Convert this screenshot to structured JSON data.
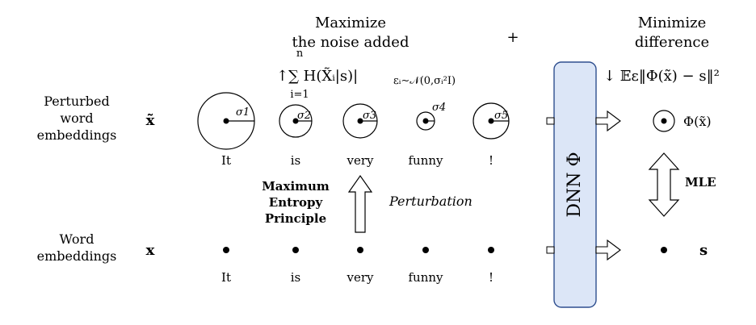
{
  "row_labels": {
    "perturbed": [
      "Perturbed",
      "word",
      "embeddings"
    ],
    "word": [
      "Word",
      "embeddings"
    ]
  },
  "symbols": {
    "x_tilde": "x̃",
    "x": "x",
    "s": "s",
    "phi_x_tilde": "Φ(x̃)"
  },
  "words_top": [
    "It",
    "is",
    "very",
    "funny",
    "!"
  ],
  "words_bottom": [
    "It",
    "is",
    "very",
    "funny",
    "!"
  ],
  "sigmas": [
    "σ1",
    "σ2",
    "σ3",
    "σ4",
    "σ5"
  ],
  "maximize": {
    "line1": "Maximize",
    "line2": "the noise added",
    "formula_main": "↑∑ H(X̃ᵢ|s)|",
    "sum_upper": "n",
    "sum_lower": "i=1",
    "formula_sub": "εᵢ∼𝒩(0,σᵢ²I)"
  },
  "plus": "+",
  "minimize": {
    "line1": "Minimize",
    "line2": "difference",
    "formula": "↓ 𝔼ε‖Φ(x̃) − s‖²"
  },
  "max_entropy": [
    "Maximum",
    "Entropy",
    "Principle"
  ],
  "perturbation_label": "Perturbation",
  "dnn_label": "DNN Φ",
  "mle_label": "MLE",
  "colors": {
    "dnn_fill": "#dce6f7",
    "dnn_stroke": "#2f4f8f"
  }
}
